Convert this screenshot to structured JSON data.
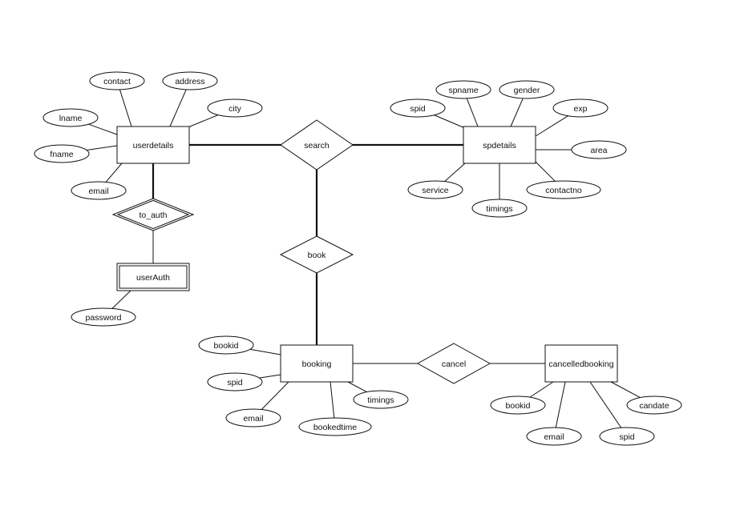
{
  "diagram": {
    "entities": [
      {
        "id": "userdetails",
        "label": "userdetails",
        "weak": false
      },
      {
        "id": "spdetails",
        "label": "spdetails",
        "weak": false
      },
      {
        "id": "userAuth",
        "label": "userAuth",
        "weak": true
      },
      {
        "id": "booking",
        "label": "booking",
        "weak": false
      },
      {
        "id": "cancelledbooking",
        "label": "cancelledbooking",
        "weak": false
      }
    ],
    "relationships": [
      {
        "id": "search",
        "label": "search",
        "identifying": false
      },
      {
        "id": "to_auth",
        "label": "to_auth",
        "identifying": true
      },
      {
        "id": "book",
        "label": "book",
        "identifying": false
      },
      {
        "id": "cancel",
        "label": "cancel",
        "identifying": false
      }
    ],
    "attributes": [
      {
        "id": "ud-contact",
        "label": "contact",
        "of": "userdetails"
      },
      {
        "id": "ud-address",
        "label": "address",
        "of": "userdetails"
      },
      {
        "id": "ud-city",
        "label": "city",
        "of": "userdetails"
      },
      {
        "id": "ud-lname",
        "label": "lname",
        "of": "userdetails"
      },
      {
        "id": "ud-fname",
        "label": "fname",
        "of": "userdetails"
      },
      {
        "id": "ud-email",
        "label": "email",
        "of": "userdetails"
      },
      {
        "id": "ua-password",
        "label": "password",
        "of": "userAuth"
      },
      {
        "id": "sp-spid",
        "label": "spid",
        "of": "spdetails"
      },
      {
        "id": "sp-spname",
        "label": "spname",
        "of": "spdetails"
      },
      {
        "id": "sp-gender",
        "label": "gender",
        "of": "spdetails"
      },
      {
        "id": "sp-exp",
        "label": "exp",
        "of": "spdetails"
      },
      {
        "id": "sp-area",
        "label": "area",
        "of": "spdetails"
      },
      {
        "id": "sp-contactno",
        "label": "contactno",
        "of": "spdetails"
      },
      {
        "id": "sp-timings",
        "label": "timings",
        "of": "spdetails"
      },
      {
        "id": "sp-service",
        "label": "service",
        "of": "spdetails"
      },
      {
        "id": "bk-bookid",
        "label": "bookid",
        "of": "booking"
      },
      {
        "id": "bk-spid",
        "label": "spid",
        "of": "booking"
      },
      {
        "id": "bk-email",
        "label": "email",
        "of": "booking"
      },
      {
        "id": "bk-bookedtime",
        "label": "bookedtime",
        "of": "booking"
      },
      {
        "id": "bk-timings",
        "label": "timings",
        "of": "booking"
      },
      {
        "id": "cb-bookid",
        "label": "bookid",
        "of": "cancelledbooking"
      },
      {
        "id": "cb-email",
        "label": "email",
        "of": "cancelledbooking"
      },
      {
        "id": "cb-spid",
        "label": "spid",
        "of": "cancelledbooking"
      },
      {
        "id": "cb-candate",
        "label": "candate",
        "of": "cancelledbooking"
      }
    ],
    "connections": [
      {
        "from": "userdetails",
        "to": "search",
        "emphasis": true
      },
      {
        "from": "search",
        "to": "spdetails",
        "emphasis": true
      },
      {
        "from": "search",
        "to": "book",
        "emphasis": true
      },
      {
        "from": "book",
        "to": "booking",
        "emphasis": true
      },
      {
        "from": "userdetails",
        "to": "to_auth",
        "emphasis": true
      },
      {
        "from": "to_auth",
        "to": "userAuth",
        "emphasis": false
      },
      {
        "from": "booking",
        "to": "cancel",
        "emphasis": false
      },
      {
        "from": "cancel",
        "to": "cancelledbooking",
        "emphasis": false
      }
    ]
  }
}
